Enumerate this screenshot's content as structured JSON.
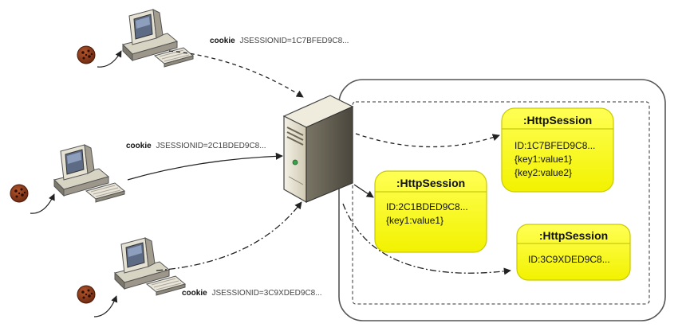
{
  "clients": [
    {
      "cookie_keyword": "cookie",
      "cookie_value": "JSESSIONID=1C7BFED9C8..."
    },
    {
      "cookie_keyword": "cookie",
      "cookie_value": "JSESSIONID=2C1BDED9C8..."
    },
    {
      "cookie_keyword": "cookie",
      "cookie_value": "JSESSIONID=3C9XDED9C8..."
    }
  ],
  "sessions": [
    {
      "title": ":HttpSession",
      "lines": [
        "ID:1C7BFED9C8...",
        "{key1:value1}",
        "{key2:value2}"
      ]
    },
    {
      "title": ":HttpSession",
      "lines": [
        "ID:2C1BDED9C8...",
        "{key1:value1}"
      ]
    },
    {
      "title": ":HttpSession",
      "lines": [
        "ID:3C9XDED9C8..."
      ]
    }
  ],
  "colors": {
    "session_fill": "#ffff33",
    "session_border": "#d9d900",
    "cookie": "#8b3a1e",
    "arrow": "#222222"
  },
  "icons": [
    "desktop-computer-icon",
    "cookie-icon",
    "server-tower-icon"
  ]
}
